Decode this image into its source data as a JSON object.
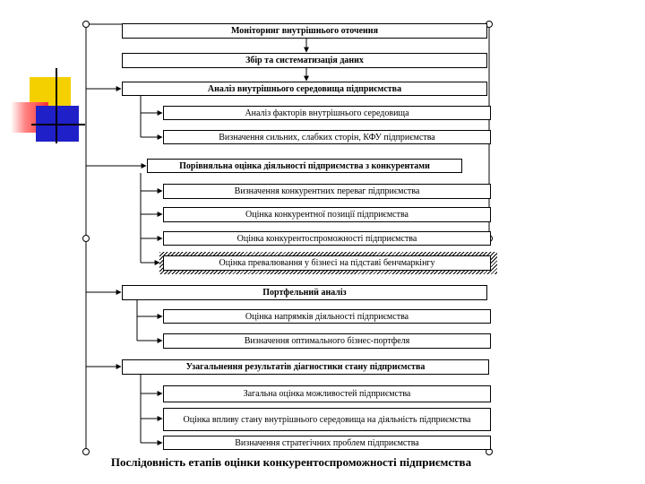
{
  "diagram": {
    "caption": "Послідовність етапів оцінки конкурентоспроможності підприємства",
    "stages": {
      "monitoring": "Моніторинг внутрішнього оточення",
      "collection": "Збір та систематизація даних",
      "internal_analysis": "Аналіз внутрішнього середовища підприємства",
      "internal_factors": "Аналіз факторів внутрішнього середовища",
      "strengths": "Визначення сильних, слабких сторін, КФУ підприємства",
      "comparative": "Порівняльна оцінка діяльності підприємства з конкурентами",
      "advantages": "Визначення конкурентних переваг підприємства",
      "position": "Оцінка конкурентної позиції підприємства",
      "competitiveness": "Оцінка конкурентоспроможності підприємства",
      "benchmarking": "Оцінка превалювання у бізнесі на підставі бенчмаркінгу",
      "portfolio": "Портфельний аналіз",
      "directions": "Оцінка напрямків діяльності підприємства",
      "optimal_portfolio": "Визначення оптимального бізнес-портфеля",
      "generalization": "Узагальнення результатів діагностики стану підприємства",
      "overall": "Загальна оцінка можливостей підприємства",
      "influence": "Оцінка впливу стану внутрішнього середовища на діяльність підприємства",
      "strategic_problems": "Визначення стратегічних проблем підприємства"
    }
  }
}
